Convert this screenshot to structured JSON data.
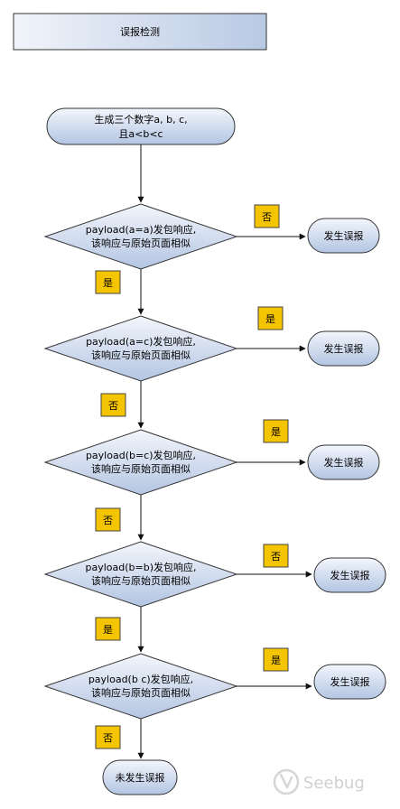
{
  "header": {
    "title": "误报检测"
  },
  "flow": {
    "start": {
      "line1": "生成三个数字a, b, c,",
      "line2": "且a<b<c"
    },
    "decisions": [
      {
        "line1": "payload(a=a)发包响应,",
        "line2": "该响应与原始页面相似",
        "side_tag": "否",
        "down_tag": "是",
        "result": "发生误报"
      },
      {
        "line1": "payload(a=c)发包响应,",
        "line2": "该响应与原始页面相似",
        "side_tag": "是",
        "down_tag": "否",
        "result": "发生误报"
      },
      {
        "line1": "payload(b=c)发包响应,",
        "line2": "该响应与原始页面相似",
        "side_tag": "是",
        "down_tag": "否",
        "result": "发生误报"
      },
      {
        "line1": "payload(b=b)发包响应,",
        "line2": "该响应与原始页面相似",
        "side_tag": "否",
        "down_tag": "是",
        "result": "发生误报"
      },
      {
        "line1": "payload(b c)发包响应,",
        "line2": "该响应与原始页面相似",
        "side_tag": "是",
        "down_tag": "否",
        "result": "发生误报"
      }
    ],
    "end": {
      "label": "未发生误报"
    }
  },
  "watermark": {
    "text": "Seebug",
    "icon": "seebug-logo-icon"
  },
  "colors": {
    "node_fill_top": "#eef3fb",
    "node_fill_bottom": "#b5c7e3",
    "stroke": "#333333",
    "tag_fill": "#f5c400"
  }
}
